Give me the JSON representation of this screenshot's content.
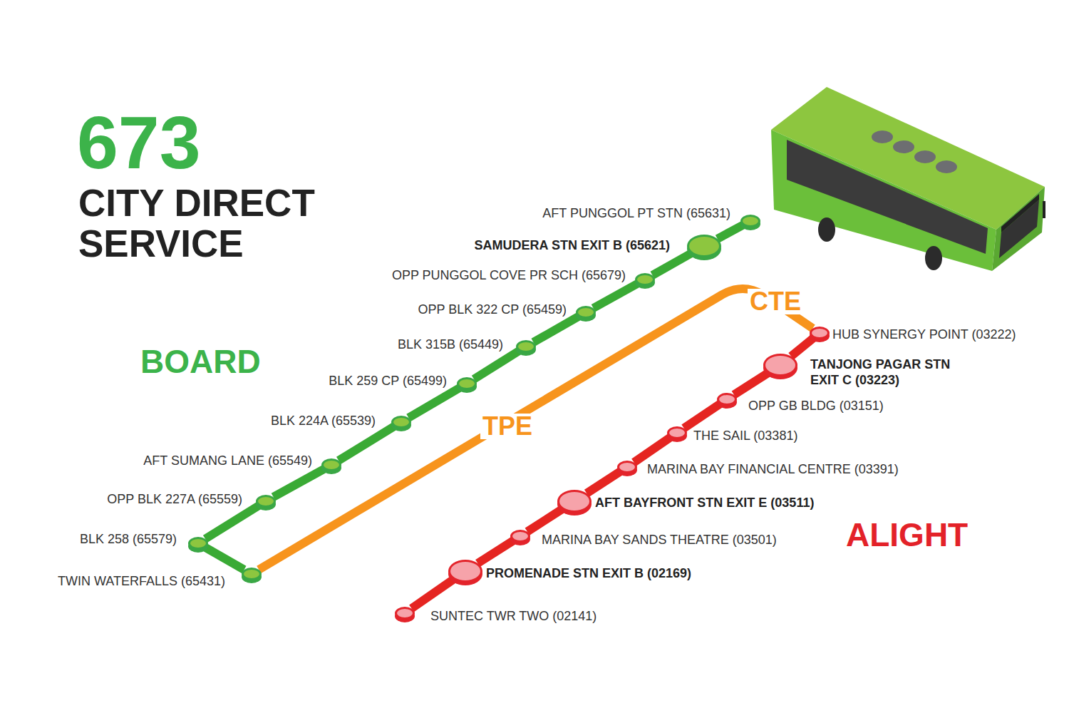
{
  "diagram": {
    "title": "673",
    "nodes": [
      {
        "text": [
          "AFT PUNGGOL PT STN (65631)"
        ]
      },
      {
        "text": [
          "SAMUDERA STN EXIT B (65621)"
        ]
      },
      {
        "text": [
          "OPP PUNGGOL COVE PR SCH (65679)"
        ]
      },
      {
        "text": [
          "OPP BLK 322 CP (65459)"
        ]
      },
      {
        "text": [
          "BLK 315B (65449)"
        ]
      },
      {
        "text": [
          "BLK 259 CP (65499)"
        ]
      },
      {
        "text": [
          "BLK 224A (65539)"
        ]
      },
      {
        "text": [
          "AFT SUMANG LANE (65549)"
        ]
      },
      {
        "text": [
          "OPP BLK 227A (65559)"
        ]
      },
      {
        "text": [
          "BLK 258 (65579)"
        ]
      },
      {
        "text": [
          "TWIN WATERFALLS (65431)"
        ]
      },
      {
        "text": [
          "HUB SYNERGY POINT (03222)"
        ]
      },
      {
        "text": [
          "TANJONG PAGAR STN EXIT C (03223)"
        ]
      },
      {
        "text": [
          "OPP GB BLDG (03151)"
        ]
      },
      {
        "text": [
          "THE SAIL (03381)"
        ]
      },
      {
        "text": [
          "MARINA BAY FINANCIAL CENTRE (03391)"
        ]
      },
      {
        "text": [
          "AFT BAYFRONT STN EXIT E (03511)"
        ]
      },
      {
        "text": [
          "MARINA BAY SANDS THEATRE (03501)"
        ]
      },
      {
        "text": [
          "PROMENADE STN EXIT B (02169)"
        ]
      },
      {
        "text": [
          "SUNTEC TWR TWO (02141)"
        ]
      }
    ],
    "edges": [
      {
        "from": 0,
        "to": 1,
        "arrow": "none"
      },
      {
        "from": 1,
        "to": 2,
        "arrow": "none"
      },
      {
        "from": 2,
        "to": 3,
        "arrow": "none"
      },
      {
        "from": 3,
        "to": 4,
        "arrow": "none"
      },
      {
        "from": 4,
        "to": 5,
        "arrow": "none"
      },
      {
        "from": 5,
        "to": 6,
        "arrow": "none"
      },
      {
        "from": 6,
        "to": 7,
        "arrow": "none"
      },
      {
        "from": 7,
        "to": 8,
        "arrow": "none"
      },
      {
        "from": 8,
        "to": 9,
        "arrow": "none"
      },
      {
        "from": 9,
        "to": 10,
        "arrow": "none"
      },
      {
        "from": 10,
        "to": 11,
        "label": "TPE",
        "arrow": "none"
      },
      {
        "from": 11,
        "to": 12,
        "arrow": "none"
      },
      {
        "from": 12,
        "to": 13,
        "arrow": "none"
      },
      {
        "from": 13,
        "to": 14,
        "arrow": "none"
      },
      {
        "from": 14,
        "to": 15,
        "arrow": "none"
      },
      {
        "from": 15,
        "to": 16,
        "arrow": "none"
      },
      {
        "from": 16,
        "to": 17,
        "arrow": "none"
      },
      {
        "from": 17,
        "to": 18,
        "arrow": "none"
      },
      {
        "from": 18,
        "to": 19,
        "arrow": "none"
      }
    ],
    "labels": [
      "CITY DIRECT SERVICE",
      "BOARD",
      "ALIGHT",
      "CTE"
    ]
  }
}
